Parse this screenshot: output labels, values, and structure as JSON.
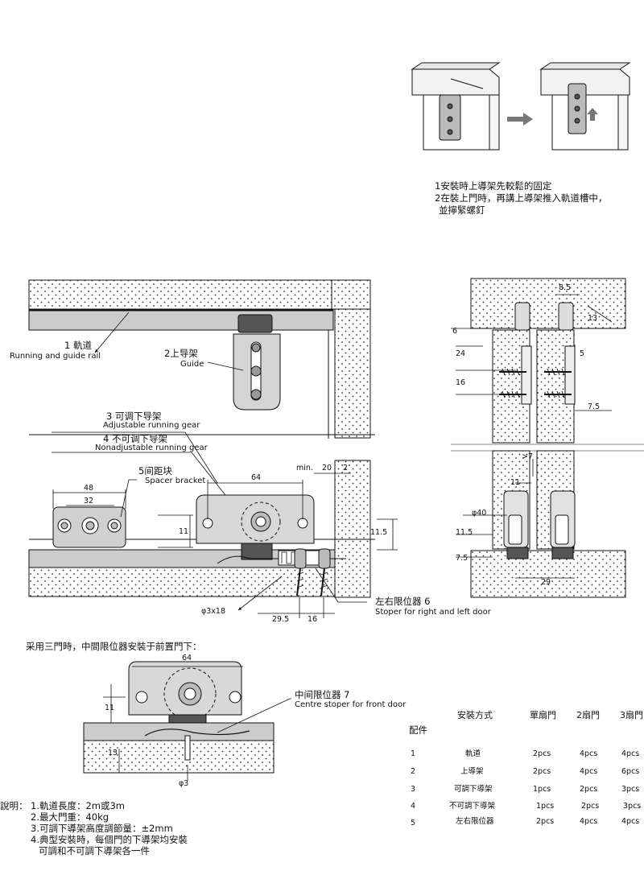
{
  "install_note": {
    "line1": "1安裝時上導架先較鬆的固定",
    "line2": "2在裝上門時，再講上導架推入軌道槽中，",
    "line3": "並擰緊螺釘"
  },
  "labels": {
    "rail_cn": "1 軌道",
    "rail_en": "Running and guide rail",
    "guide_cn": "2上导架",
    "guide_en": "Guide",
    "adj_cn": "3 可调下导架",
    "adj_en": "Adjustable running gear",
    "nonadj_cn": "4 不可调下导架",
    "nonadj_en": "Nonadjustable running gear",
    "spacer_cn": "5间距块",
    "spacer_en": "Spacer bracket",
    "stoper_cn": "左右限位器 6",
    "stoper_en": "Stoper for right and left door",
    "centre_cn": "中间限位器 7",
    "centre_en": "Centre stoper for front door",
    "three_door": "采用三門時，中間限位器安裝于前置門下："
  },
  "dims": {
    "d48": "48",
    "d32": "32",
    "d11": "11",
    "d64": "64",
    "dmin": "min.",
    "d20": "20",
    "d2": "2",
    "d115": "11.5",
    "dphi3x18": "φ3x18",
    "d295": "29.5",
    "d16": "16",
    "r85": "8.5",
    "r13": "13",
    "r6": "6",
    "r24": "24",
    "r5": "5",
    "r16": "16",
    "r75": "7.5",
    "rgt7": ">7",
    "r11": "11",
    "rphi40": "φ40",
    "r115": "11.5",
    "r75b": "7.5",
    "r29": "29",
    "c64": "64",
    "c11": "11",
    "c13": "13",
    "cphi3": "φ3"
  },
  "notes": {
    "title": "說明：",
    "n1": "1.軌道長度：2m或3m",
    "n2": "2.最大門重：40kg",
    "n3": "3.可調下導架高度調節量：±2mm",
    "n4": "4.典型安裝時，每個門的下導架均安裝",
    "n5": "可調和不可調下導架各一件"
  },
  "parts_table": {
    "title": "配件",
    "headers": [
      "安裝方式",
      "單扇門",
      "2扇門",
      "3扇門"
    ],
    "rows": [
      {
        "no": "1",
        "name": "軌道",
        "c1": "2pcs",
        "c2": "4pcs",
        "c3": "4pcs"
      },
      {
        "no": "2",
        "name": "上導架",
        "c1": "2pcs",
        "c2": "4pcs",
        "c3": "6pcs"
      },
      {
        "no": "3",
        "name": "可調下導架",
        "c1": "1pcs",
        "c2": "2pcs",
        "c3": "3pcs"
      },
      {
        "no": "4",
        "name": "不可調下導架",
        "c1": "1pcs",
        "c2": "2pcs",
        "c3": "3pcs"
      },
      {
        "no": "5",
        "name": "左右限位器",
        "c1": "2pcs",
        "c2": "4pcs",
        "c3": "4pcs"
      }
    ]
  }
}
